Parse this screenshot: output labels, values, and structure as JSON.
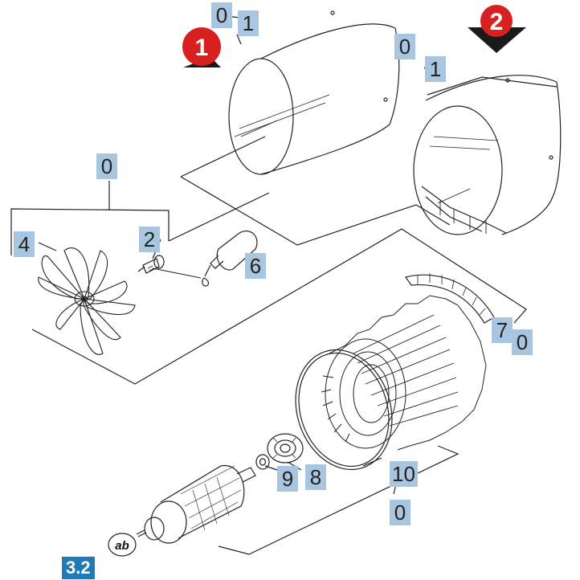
{
  "labels": {
    "l0_top": "0",
    "l1_top": "1",
    "l0_right": "0",
    "l1_right": "1",
    "l0_left": "0",
    "l4": "4",
    "l2": "2",
    "l6": "6",
    "l7": "7",
    "l0_stator": "0",
    "l9": "9",
    "l8": "8",
    "l10": "10",
    "l0_bottom": "0"
  },
  "variants": {
    "v1": "1",
    "v2": "2"
  },
  "ab_mark": "ab",
  "section": "3.2",
  "colors": {
    "badge": "#d7201f",
    "label_bg": "#a9c6e0",
    "section_bg": "#1f7ab8"
  }
}
